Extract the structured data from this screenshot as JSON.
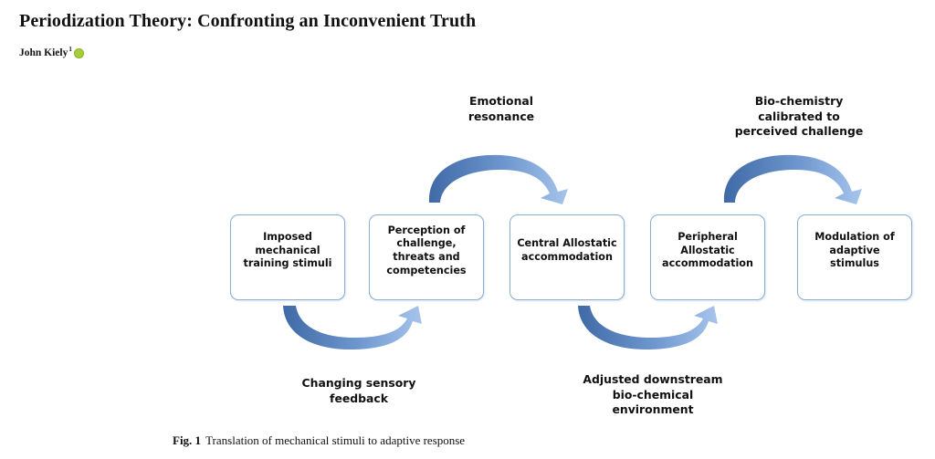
{
  "paper": {
    "title": "Periodization Theory: Confronting an Inconvenient Truth",
    "author": "John Kiely",
    "author_sup": "1"
  },
  "figure": {
    "boxes": [
      "Imposed mechanical training stimuli",
      "Perception of challenge, threats and competencies",
      "Central Allostatic accommodation",
      "Peripheral Allostatic accommodation",
      "Modulation of adaptive stimulus"
    ],
    "arrow_labels": {
      "top_1": "Emotional\nresonance",
      "top_2": "Bio-chemistry\ncalibrated to\nperceived challenge",
      "bottom_1": "Changing sensory\nfeedback",
      "bottom_2": "Adjusted downstream\nbio-chemical\nenvironment"
    },
    "caption_label": "Fig. 1",
    "caption_text": "Translation of mechanical stimuli to adaptive response"
  },
  "colors": {
    "box_border": "#8aaed0",
    "arrow_dark": "#4f76ad",
    "arrow_light": "#9dbde6",
    "orcid": "#a6ce39"
  },
  "icons": [
    "orcid-icon",
    "curved-arrow-icon"
  ]
}
